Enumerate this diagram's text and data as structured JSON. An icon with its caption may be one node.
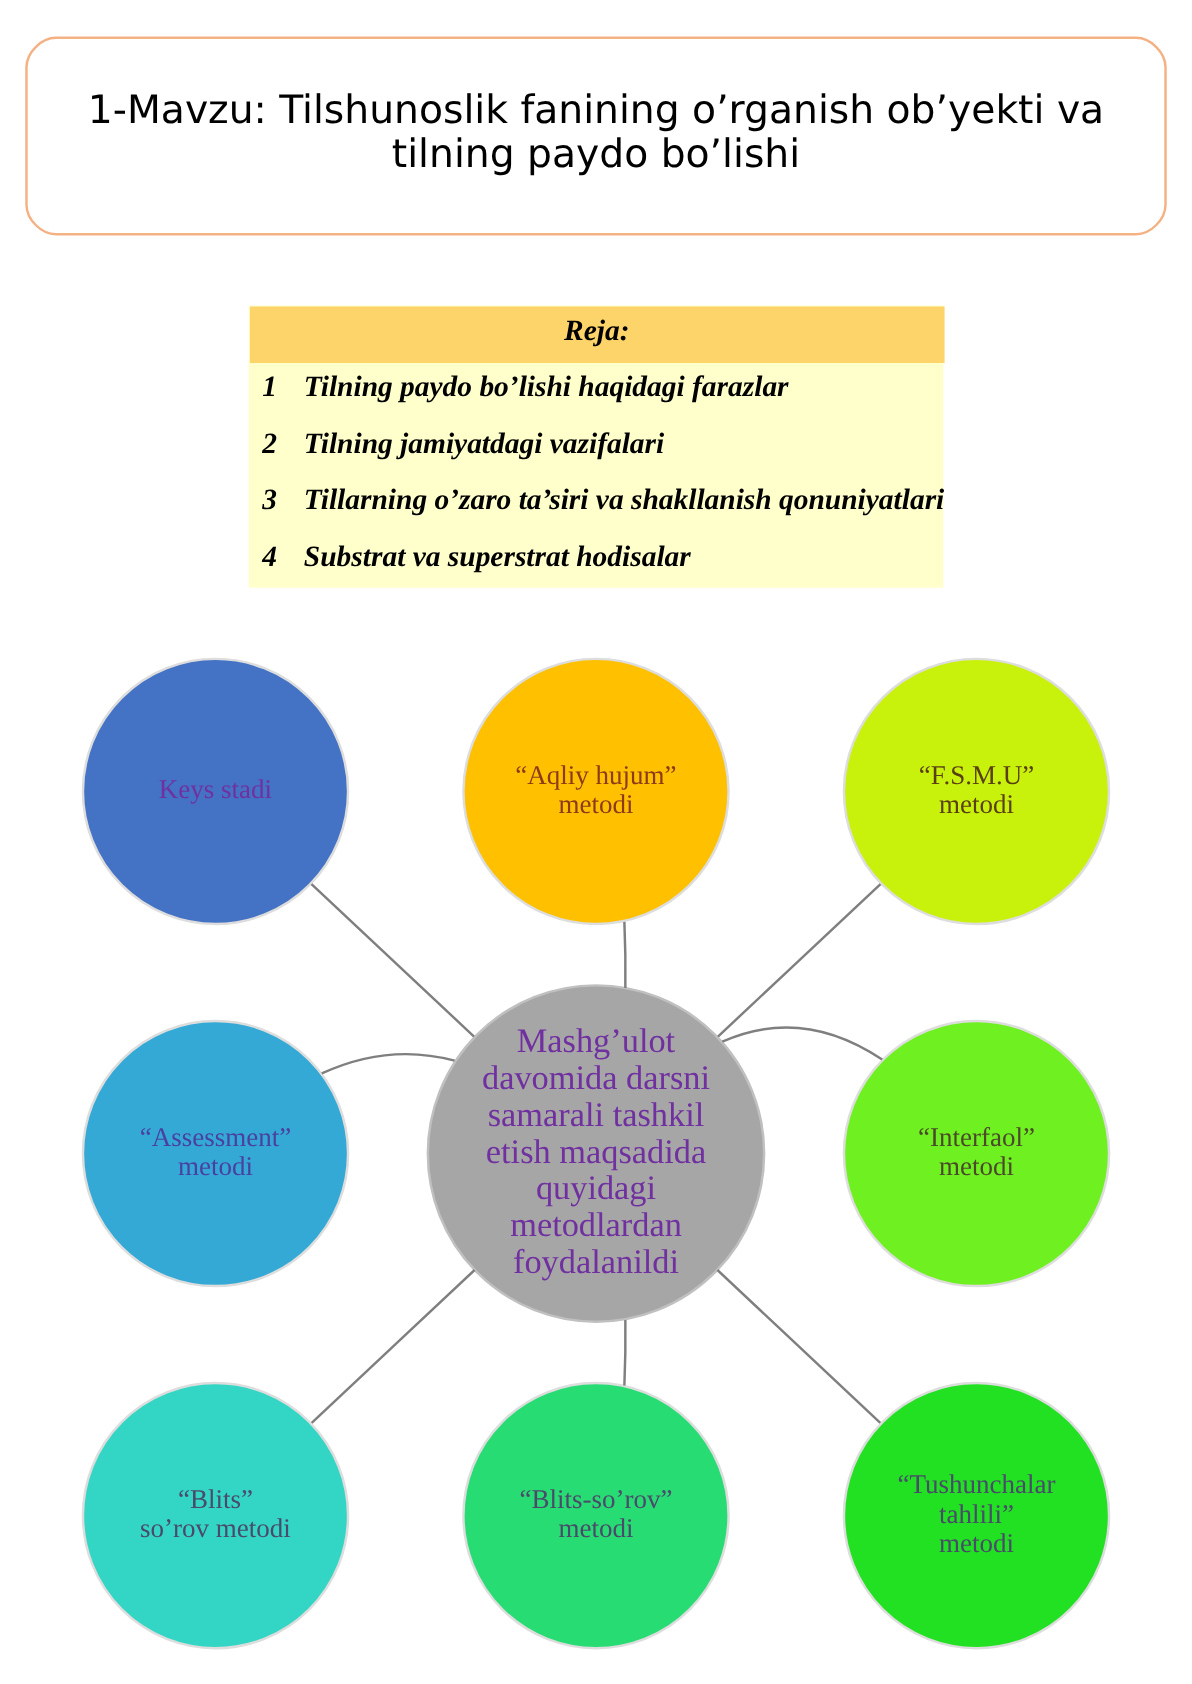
{
  "diagram": {
    "nodes": [
      {
        "text": [
          "1-Mavzu: Tilshunoslik fanining o’rganish ob’yekti va tilning paydo bo’lishi"
        ]
      },
      {
        "text": [
          "Mashg’ulot davomida darsni samarali tashkil etish maqsadida quyidagi metodlardan foydalanildi"
        ]
      },
      {
        "text": [
          "“Aqliy hujum” metodi"
        ]
      },
      {
        "text": [
          "“F.S.M.U” metodi"
        ]
      },
      {
        "text": [
          "“Interfaol” metodi"
        ]
      },
      {
        "text": [
          "“Tushunchalar tahlili” metodi"
        ]
      },
      {
        "text": [
          "“Blits-so’rov” metodi"
        ]
      },
      {
        "text": [
          "“Blits” so’rov metodi"
        ]
      },
      {
        "text": [
          "“Assessment” metodi"
        ]
      },
      {
        "text": [
          "Keys stadi"
        ]
      }
    ],
    "edges": [
      {
        "from": 1,
        "to": 2,
        "arrow": "none"
      },
      {
        "from": 1,
        "to": 3,
        "arrow": "none"
      },
      {
        "from": 1,
        "to": 4,
        "arrow": "none"
      },
      {
        "from": 1,
        "to": 5,
        "arrow": "none"
      },
      {
        "from": 1,
        "to": 6,
        "arrow": "none"
      },
      {
        "from": 1,
        "to": 7,
        "arrow": "none"
      },
      {
        "from": 1,
        "to": 8,
        "arrow": "none"
      },
      {
        "from": 1,
        "to": 9,
        "arrow": "none"
      }
    ],
    "labels": [
      "Reja:",
      "1",
      "Tilning paydo bo’lishi haqidagi farazlar",
      "2",
      "Tilning jamiyatdagi vazifalari",
      "3",
      "Tillarning o’zaro ta’siri va shakllanish qonuniyatlari",
      "4",
      "Substrat va superstrat hodisalar"
    ]
  }
}
